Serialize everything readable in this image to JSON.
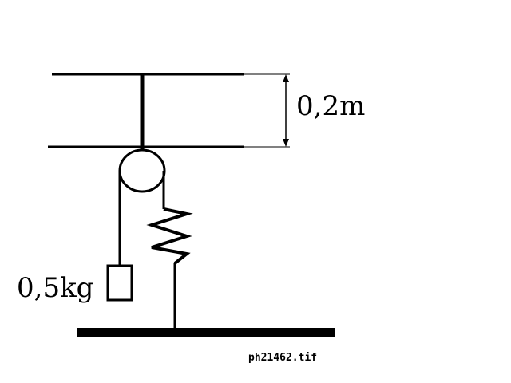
{
  "diagram": {
    "distance_label": "0,2m",
    "mass_label": "0,5kg",
    "filename_label": "ph21462.tif"
  }
}
